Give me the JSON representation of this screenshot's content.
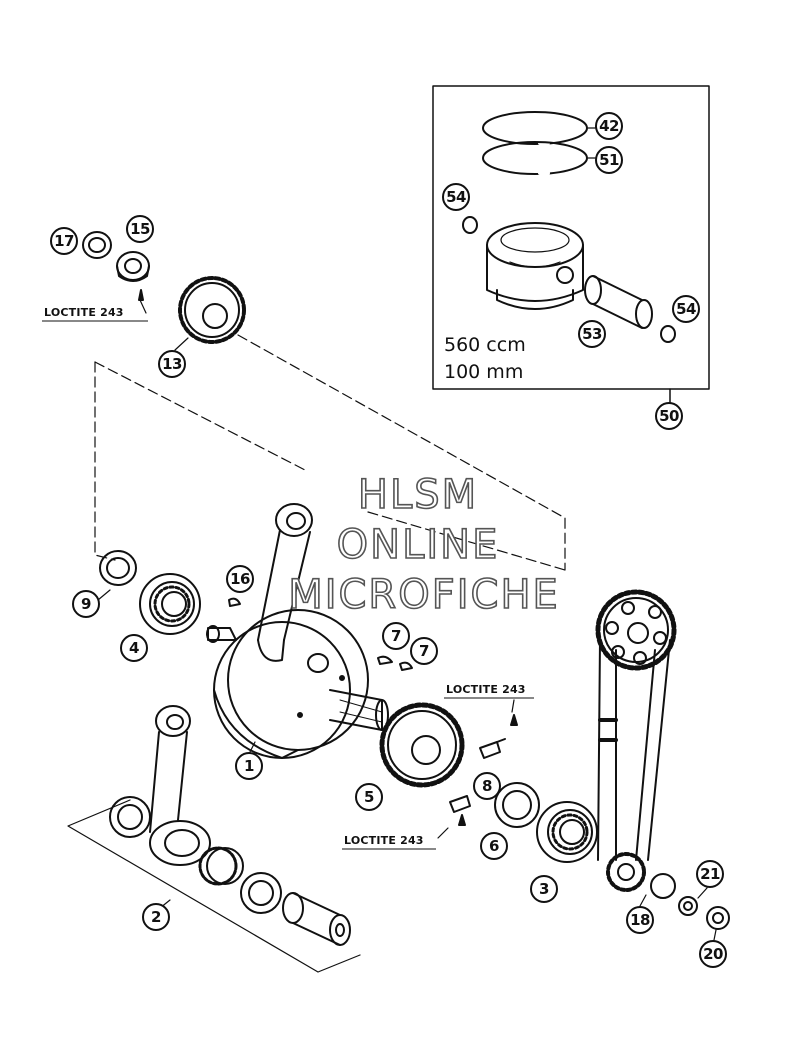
{
  "colors": {
    "line": "#111111",
    "watermark_outline": "#555555",
    "background": "#ffffff"
  },
  "piston_kit": {
    "displacement": "560 ccm",
    "bore": "100 mm",
    "callout": "50"
  },
  "watermark": {
    "line1": "HLSM",
    "line2": "ONLINE",
    "line3": "MICROFICHE"
  },
  "notes": {
    "loctite_top_left": "LOCTITE 243",
    "loctite_right_top": "LOCTITE 243",
    "loctite_right_bottom": "LOCTITE 243"
  },
  "callouts": {
    "c1": "1",
    "c2": "2",
    "c3": "3",
    "c4": "4",
    "c5": "5",
    "c6": "6",
    "c7a": "7",
    "c7b": "7",
    "c8": "8",
    "c9": "9",
    "c13": "13",
    "c15": "15",
    "c16": "16",
    "c17": "17",
    "c18": "18",
    "c20": "20",
    "c21": "21",
    "c42": "42",
    "c50": "50",
    "c51": "51",
    "c53": "53",
    "c54a": "54",
    "c54b": "54"
  }
}
